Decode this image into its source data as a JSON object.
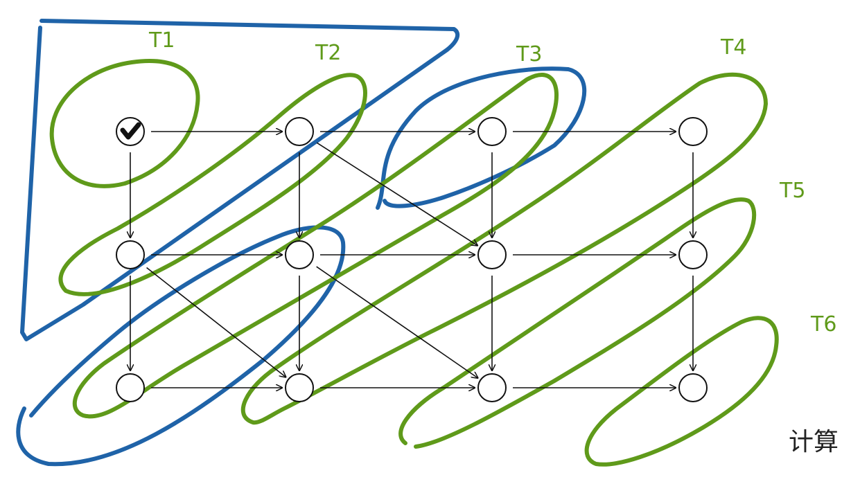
{
  "diagram": {
    "colors": {
      "node_stroke": "#111111",
      "edge": "#111111",
      "green": "#5f9a1a",
      "blue": "#1f63a8",
      "text": "#222222"
    },
    "nodes": [
      {
        "id": "n00",
        "row": 0,
        "col": 0,
        "checked": true
      },
      {
        "id": "n01",
        "row": 0,
        "col": 1
      },
      {
        "id": "n02",
        "row": 0,
        "col": 2
      },
      {
        "id": "n03",
        "row": 0,
        "col": 3
      },
      {
        "id": "n10",
        "row": 1,
        "col": 0
      },
      {
        "id": "n11",
        "row": 1,
        "col": 1
      },
      {
        "id": "n12",
        "row": 1,
        "col": 2
      },
      {
        "id": "n13",
        "row": 1,
        "col": 3
      },
      {
        "id": "n20",
        "row": 2,
        "col": 0
      },
      {
        "id": "n21",
        "row": 2,
        "col": 1
      },
      {
        "id": "n22",
        "row": 2,
        "col": 2
      },
      {
        "id": "n23",
        "row": 2,
        "col": 3
      }
    ],
    "edges": [
      [
        "n00",
        "n01"
      ],
      [
        "n01",
        "n02"
      ],
      [
        "n02",
        "n03"
      ],
      [
        "n10",
        "n11"
      ],
      [
        "n11",
        "n12"
      ],
      [
        "n12",
        "n13"
      ],
      [
        "n20",
        "n21"
      ],
      [
        "n21",
        "n22"
      ],
      [
        "n22",
        "n23"
      ],
      [
        "n00",
        "n10"
      ],
      [
        "n10",
        "n20"
      ],
      [
        "n01",
        "n11"
      ],
      [
        "n11",
        "n21"
      ],
      [
        "n02",
        "n12"
      ],
      [
        "n12",
        "n22"
      ],
      [
        "n03",
        "n13"
      ],
      [
        "n13",
        "n23"
      ],
      [
        "n01",
        "n12"
      ],
      [
        "n11",
        "n22"
      ],
      [
        "n10",
        "n21"
      ]
    ],
    "groups": [
      {
        "label": "T1",
        "color": "green",
        "nodes": [
          "n00"
        ]
      },
      {
        "label": "T2",
        "color": "green",
        "nodes": [
          "n01",
          "n10"
        ]
      },
      {
        "label": "T3",
        "color": "green",
        "nodes": [
          "n02",
          "n11",
          "n20"
        ]
      },
      {
        "label": "T4",
        "color": "green",
        "nodes": [
          "n03",
          "n12",
          "n21"
        ]
      },
      {
        "label": "T5",
        "color": "green",
        "nodes": [
          "n13",
          "n22"
        ]
      },
      {
        "label": "T6",
        "color": "green",
        "nodes": [
          "n23"
        ]
      }
    ],
    "blue_regions": [
      "top-left region",
      "n02 loop",
      "n11-n20 loop"
    ],
    "corner_text": "计算"
  }
}
